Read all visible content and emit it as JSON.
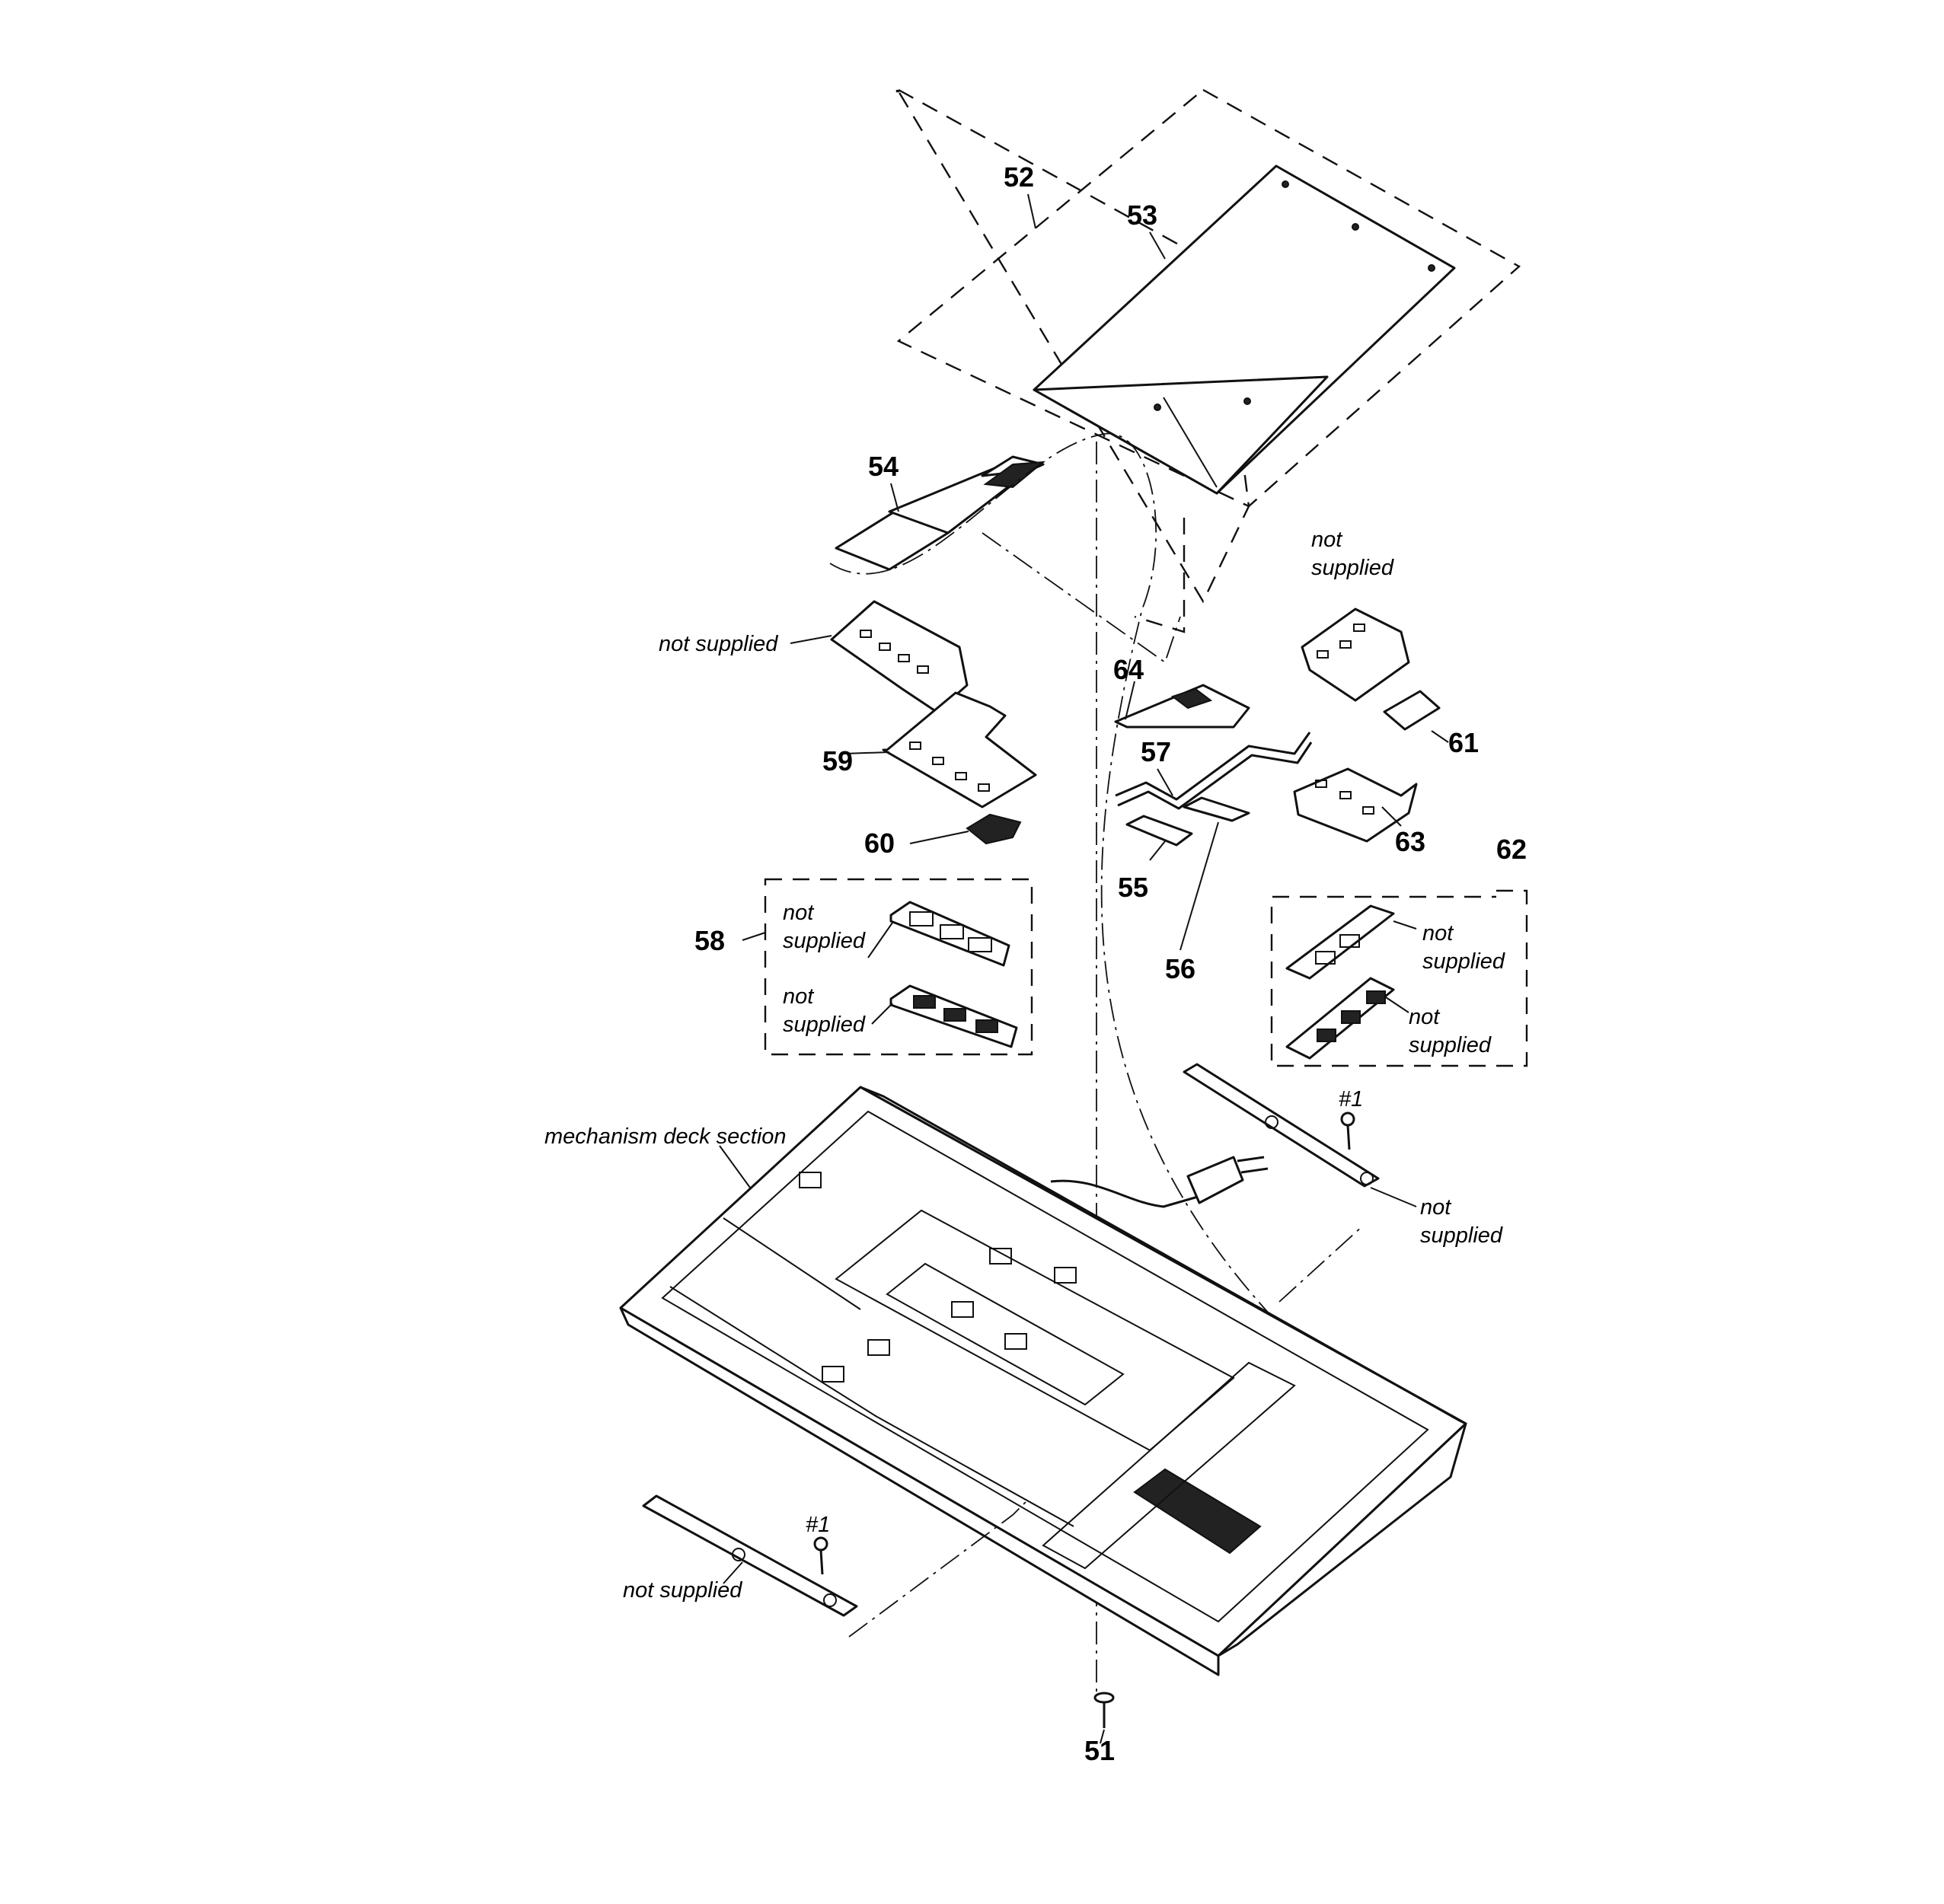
{
  "callouts": {
    "c51": "51",
    "c52": "52",
    "c53": "53",
    "c54": "54",
    "c55": "55",
    "c56": "56",
    "c57": "57",
    "c58": "58",
    "c59": "59",
    "c60": "60",
    "c61": "61",
    "c62": "62",
    "c63": "63",
    "c64": "64"
  },
  "notes": {
    "ns_left": "not supplied",
    "ns_right_a": "not",
    "ns_right_b": "supplied",
    "ns58_top_a": "not",
    "ns58_top_b": "supplied",
    "ns58_bot_a": "not",
    "ns58_bot_b": "supplied",
    "ns62_top_a": "not",
    "ns62_top_b": "supplied",
    "ns62_bot_a": "not",
    "ns62_bot_b": "supplied",
    "deck": "mechanism deck section",
    "screw_right": "#1",
    "ns_bracket_right_a": "not",
    "ns_bracket_right_b": "supplied",
    "screw_left": "#1",
    "ns_bracket_left": "not supplied"
  }
}
